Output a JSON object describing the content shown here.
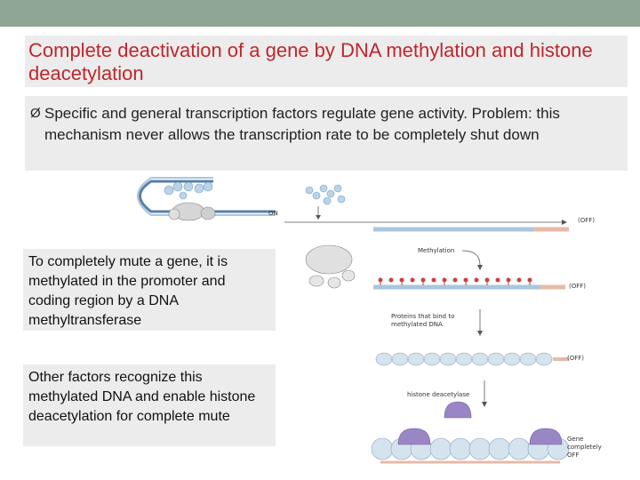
{
  "title": "Complete deactivation of a gene by DNA methylation and histone deacetylation",
  "bullet": {
    "symbol": "Ø",
    "text": "Specific and general transcription factors regulate gene activity. Problem: this mechanism never allows the transcription rate to be completely shut down"
  },
  "notes": {
    "note1": "To completely mute a gene, it is methylated in the promoter and coding region by a DNA methyltransferase",
    "note2": "Other factors recognize this methylated DNA and enable histone deacetylation for complete mute"
  },
  "diagram": {
    "label_on": "ON",
    "label_off_1": "(OFF)",
    "label_methylation": "Methylation",
    "label_off_2": "(OFF)",
    "label_proteins": "Proteins that bind to methylated DNA",
    "label_off_3": "(OFF)",
    "label_histone": "histone deacetylase",
    "label_gene_off": "Gene completely OFF"
  },
  "colors": {
    "title": "#c0262d",
    "top_bar": "#8fa596",
    "box_bg": "#ececec",
    "dna_blue": "#a9c6de",
    "methyl_red": "#c8423e",
    "deacetylase_purple": "#9a86c4",
    "off_pink": "#e8b9a8"
  }
}
